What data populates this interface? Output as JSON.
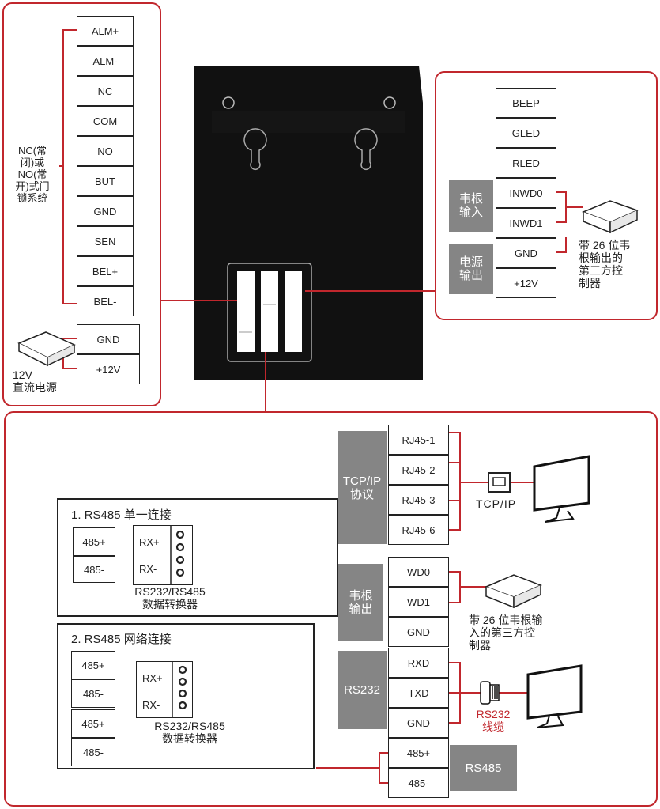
{
  "left_terminals": [
    "ALM+",
    "ALM-",
    "NC",
    "COM",
    "NO",
    "BUT",
    "GND",
    "SEN",
    "BEL+",
    "BEL-"
  ],
  "power_terminals": [
    "GND",
    "+12V"
  ],
  "left_lock_label": "NC(常\n闭)或\nNO(常\n开)式门\n锁系统",
  "dc_power_label": "12V\n直流电源",
  "right_terminals": [
    "BEEP",
    "GLED",
    "RLED",
    "INWD0",
    "INWD1",
    "GND",
    "+12V"
  ],
  "wiegand_input_tag": "韦根\n输入",
  "power_output_tag": "电源\n输出",
  "wiegand26_out_device_label": "带 26 位韦\n根输出的\n第三方控\n制器",
  "tcpip_terminals": [
    "RJ45-1",
    "RJ45-2",
    "RJ45-3",
    "RJ45-6"
  ],
  "tcpip_tag": "TCP/IP\n协议",
  "tcpip_label": "TCP/IP",
  "wiegand_out_terminals": [
    "WD0",
    "WD1",
    "GND"
  ],
  "wiegand_out_tag": "韦根\n输出",
  "wiegand26_in_device_label": "带 26 位韦根输\n入的第三方控\n制器",
  "rs232_terminals": [
    "RXD",
    "TXD",
    "GND"
  ],
  "rs232_tag": "RS232",
  "rs232_cable_label": "RS232\n线缆",
  "rs485_terminals": [
    "485+",
    "485-"
  ],
  "rs485_tag": "RS485",
  "single_title": "1. RS485 单一连接",
  "network_title": "2. RS485 网络连接",
  "single_device_terms": [
    "485+",
    "485-"
  ],
  "network_device_terms": [
    "485+",
    "485-",
    "485+",
    "485-"
  ],
  "converter_terms": [
    "RX+",
    "RX-"
  ],
  "converter_label": "RS232/RS485\n数据转换器",
  "colors": {
    "accent": "#c1272d",
    "gray_tag": "#858585",
    "device": "#111111"
  }
}
